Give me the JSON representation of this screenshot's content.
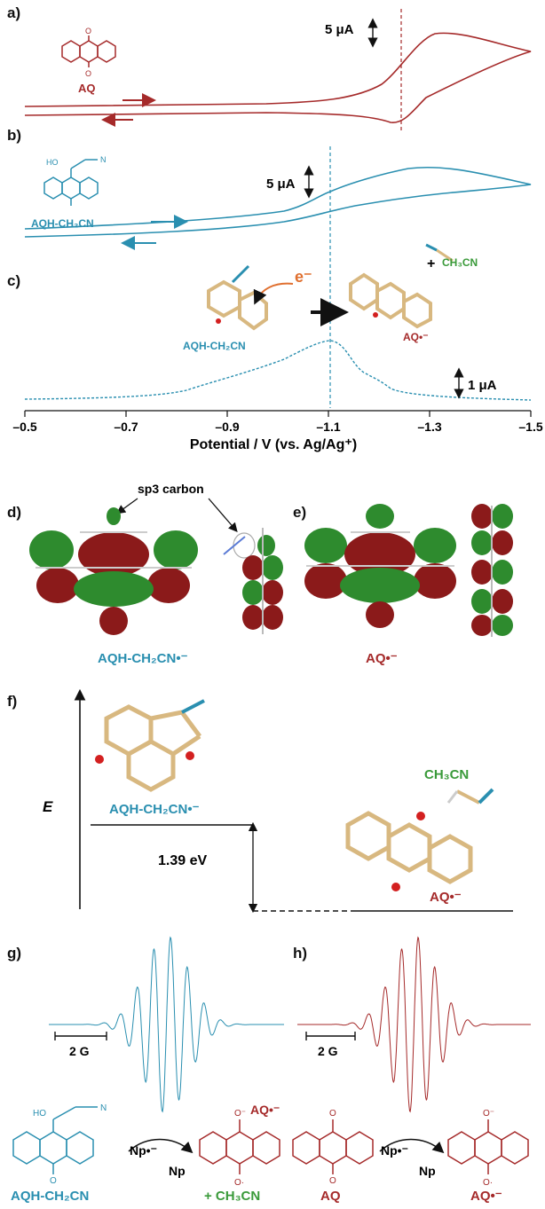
{
  "colors": {
    "red": "#a52a2a",
    "teal": "#2a8fb0",
    "green": "#3a9a3a",
    "orange": "#e07030",
    "black": "#111111",
    "orbital_green": "#2e8b2e",
    "orbital_red": "#8b1a1a"
  },
  "panels": {
    "a": {
      "label": "a)",
      "molecule": "AQ",
      "scale": "5 μA"
    },
    "b": {
      "label": "b)",
      "molecule": "AQH-CH₂CN",
      "scale": "5 μA",
      "ho": "HO",
      "n": "N"
    },
    "c": {
      "label": "c)",
      "reactant": "AQH-CH₂CN",
      "electron": "e⁻",
      "product": "AQ•⁻",
      "plus": "+",
      "byproduct": "CH₃CN",
      "scale": "1 μA"
    },
    "axis": {
      "xlabel": "Potential / V (vs. Ag/Ag⁺)",
      "ticks": [
        "–0.5",
        "–0.7",
        "–0.9",
        "–1.1",
        "–1.3",
        "–1.5"
      ]
    },
    "d": {
      "label": "d)",
      "annotation": "sp3 carbon",
      "caption": "AQH-CH₂CN•⁻"
    },
    "e": {
      "label": "e)",
      "caption": "AQ•⁻"
    },
    "f": {
      "label": "f)",
      "y_axis": "E",
      "reactant": "AQH-CH₂CN•⁻",
      "energy": "1.39 eV",
      "byproduct": "CH₃CN",
      "product": "AQ•⁻"
    },
    "g": {
      "label": "g)",
      "scale": "2 G"
    },
    "h": {
      "label": "h)",
      "scale": "2 G"
    },
    "scheme": {
      "reactant": "AQH-CH₂CN",
      "reagent": "Np•⁻",
      "by_reagent": "Np",
      "product_radical": "AQ•⁻",
      "byproduct": "+ CH₃CN",
      "reactant2": "AQ",
      "reagent2": "Np•⁻",
      "by_reagent2": "Np",
      "product2": "AQ•⁻",
      "ho": "HO",
      "n": "N",
      "o_minus": "O⁻",
      "o_radical": "O·",
      "o": "O"
    }
  },
  "chart_data": [
    {
      "panel": "a",
      "type": "line",
      "title": "",
      "xlabel": "Potential / V (vs. Ag/Ag⁺)",
      "ylabel": "",
      "xlim": [
        -0.5,
        -1.5
      ],
      "series": [
        {
          "name": "AQ",
          "peak_cathodic": -1.27,
          "half_wave": -1.25
        }
      ]
    },
    {
      "panel": "b",
      "type": "line",
      "title": "",
      "xlabel": "Potential / V (vs. Ag/Ag⁺)",
      "ylabel": "",
      "xlim": [
        -0.5,
        -1.5
      ],
      "series": [
        {
          "name": "AQH-CH₂CN",
          "peak_cathodic": -1.28,
          "onset": -1.11
        }
      ]
    },
    {
      "panel": "c",
      "type": "line",
      "title": "",
      "xlabel": "Potential / V (vs. Ag/Ag⁺)",
      "ylabel": "",
      "xlim": [
        -0.5,
        -1.5
      ],
      "series": [
        {
          "name": "",
          "peak": -1.11
        }
      ]
    }
  ]
}
